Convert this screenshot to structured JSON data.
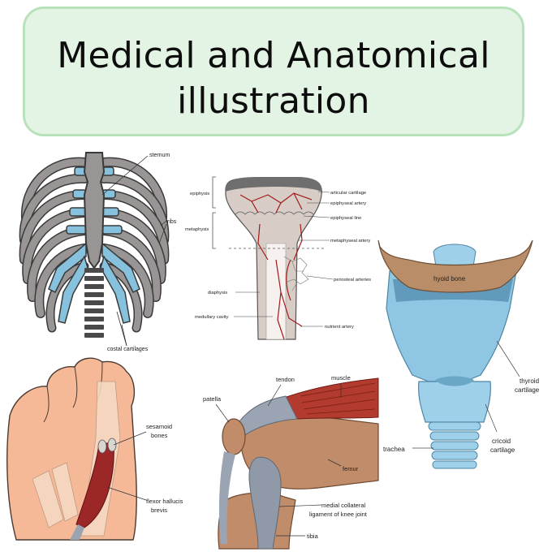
{
  "header": {
    "title_line1": "Medical and Anatomical",
    "title_line2": "illustration"
  },
  "ribcage": {
    "labels": {
      "sternum": "sternum",
      "ribs": "ribs",
      "costal_cartilages": "costal cartilages"
    },
    "colors": {
      "bone": "#9a9595",
      "cartilage": "#86c2dd",
      "outline": "#3a3a3a"
    }
  },
  "bone": {
    "labels": {
      "epiphysis": "epiphysis",
      "metaphysis": "metaphysis",
      "diaphysis": "diaphysis",
      "medullary_cavity": "medullary cavity",
      "articular_cartilage": "articular cartilage",
      "epiphyseal_artery": "epiphyseal artery",
      "epiphyseal_line": "epiphyseal line",
      "metaphyseal_artery": "metaphyseal artery",
      "periosteal_arteries": "periosteal arteries",
      "nutrient_artery": "nutrient artery"
    },
    "colors": {
      "bone": "#d8cdc6",
      "artery": "#a11a1a"
    }
  },
  "larynx": {
    "labels": {
      "hyoid_bone": "hyoid bone",
      "thyroid_cartilage_1": "thyroid",
      "thyroid_cartilage_2": "cartilage",
      "cricoid_cartilage_1": "cricoid",
      "cricoid_cartilage_2": "cartilage",
      "trachea": "trachea"
    },
    "colors": {
      "cartilage": "#8ec6e3",
      "hyoid": "#b88d68"
    }
  },
  "foot": {
    "labels": {
      "sesamoid_bones_1": "sesamoid",
      "sesamoid_bones_2": "bones",
      "flexor_1": "flexor hallucis",
      "flexor_2": "brevis"
    },
    "colors": {
      "skin": "#f5b997",
      "muscle": "#9b2727"
    }
  },
  "knee": {
    "labels": {
      "tendon": "tendon",
      "muscle": "muscle",
      "patella": "patella",
      "femur": "femur",
      "mcl_1": "medial collateral",
      "mcl_2": "ligament of knee joint",
      "tibia": "tibia"
    },
    "colors": {
      "bone": "#c08c6a",
      "muscle": "#b23a2e",
      "ligament": "#8f99a8"
    }
  }
}
